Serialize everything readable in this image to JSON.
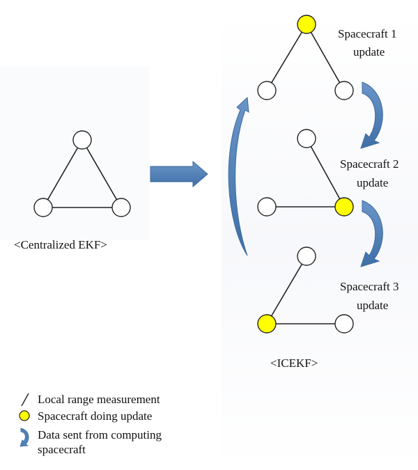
{
  "diagram": {
    "centralized_label": "<Centralized EKF>",
    "icekf_label": "<ICEKF>",
    "steps": [
      {
        "line1": "Spacecraft 1",
        "line2": "update"
      },
      {
        "line1": "Spacecraft 2",
        "line2": "update"
      },
      {
        "line1": "Spacecraft 3",
        "line2": "update"
      }
    ]
  },
  "legend": {
    "items": [
      {
        "icon": "range-line-icon",
        "text": "Local range measurement"
      },
      {
        "icon": "yellow-node-icon",
        "text": "Spacecraft doing update"
      },
      {
        "icon": "curved-arrow-icon",
        "line1": "Data sent from computing",
        "line2": "spacecraft"
      }
    ]
  },
  "colors": {
    "updating_node": "#ffff00",
    "idle_node": "#ffffff",
    "arrow_fill": "#4f81bd",
    "arrow_edge": "#3a6a9e",
    "line": "#222222"
  }
}
